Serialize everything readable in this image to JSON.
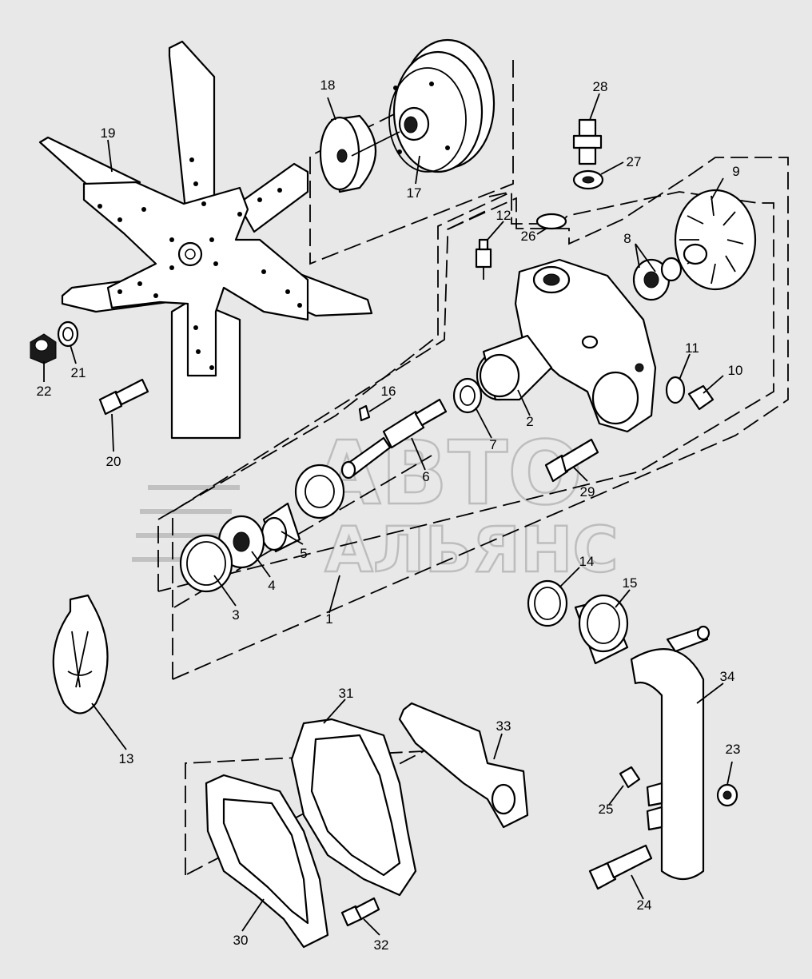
{
  "watermark": {
    "line1": "АВТО",
    "line2": "АЛЬЯНС"
  },
  "callouts": [
    "1",
    "2",
    "3",
    "4",
    "5",
    "6",
    "7",
    "8",
    "9",
    "10",
    "11",
    "12",
    "13",
    "14",
    "15",
    "16",
    "17",
    "18",
    "19",
    "20",
    "21",
    "22",
    "23",
    "24",
    "25",
    "26",
    "27",
    "28",
    "29",
    "30",
    "31",
    "32",
    "33",
    "34"
  ]
}
